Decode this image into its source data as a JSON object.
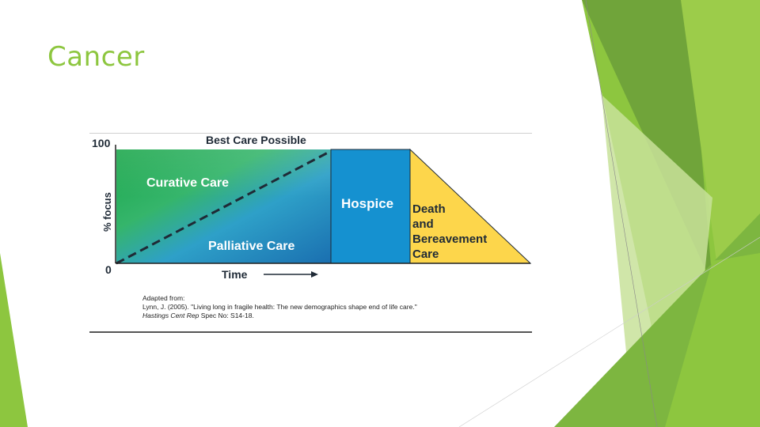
{
  "slide": {
    "title": "Cancer"
  },
  "diagram": {
    "top_label": "Best Care Possible",
    "y_axis": {
      "label": "% focus",
      "max_label": "100",
      "min_label": "0"
    },
    "x_axis": {
      "label": "Time"
    },
    "regions": {
      "curative": {
        "label": "Curative Care"
      },
      "palliative": {
        "label": "Palliative Care"
      },
      "hospice": {
        "label": "Hospice"
      },
      "death": {
        "lines": [
          "Death",
          "and",
          "Bereavement",
          "Care"
        ]
      }
    },
    "colors": {
      "curative_green": "#2db34a",
      "palliative_blue": "#1a73b5",
      "hospice_blue": "#1591d0",
      "death_yellow": "#fdd64b",
      "accent_green": "#8dc63f"
    }
  },
  "caption": {
    "line1": "Adapted from:",
    "line2": "Lynn, J. (2005). \"Living long in fragile health: The new demographics shape end of life care.\"",
    "journal": "Hastings Cent Rep",
    "line3_rest": " Spec No: S14-18."
  }
}
